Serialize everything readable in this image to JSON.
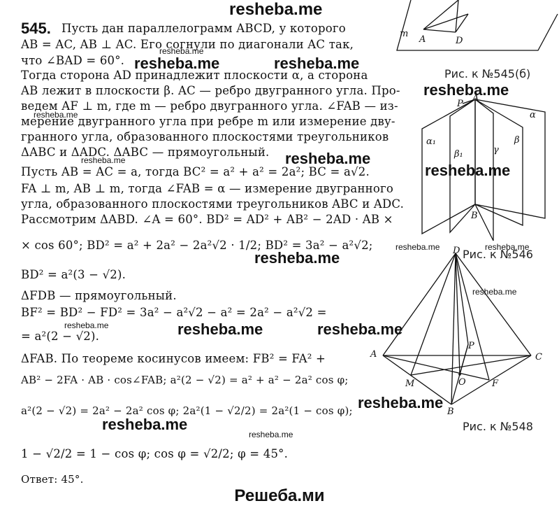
{
  "header_watermark": "resheba.me",
  "problem_number": "545.",
  "lines": [
    "Пусть дан параллелограмм ABCD, у которого",
    "AB = AC, AB ⊥ AC. Его согнули по диагонали AC так,",
    "что ∠BAD = 60°.",
    "Тогда сторона AD принадлежит плоскости α, а сторона",
    "AB лежит в плоскости β. AC — ребро двугранного угла. Про-",
    "ведем AF ⊥ m, где m — ребро двугранного угла. ∠FAB — из-",
    "мерение двугранного угла при ребре m или измерение дву-",
    "гранного угла, образованного плоскостями треугольников",
    "ΔABC и ΔADC. ΔABC — прямоугольный.",
    "Пусть AB = AC = a, тогда BC² = a² + a² = 2a²; BC = a√2.",
    "FA ⊥ m, AB ⊥ m, тогда ∠FAB = α — измерение двугранного",
    "угла, образованного плоскостями треугольников ABC и ADC.",
    "Рассмотрим ΔABD. ∠A = 60°. BD² = AD² + AB² − 2AD · AB ×",
    "× cos 60°; BD² = a² + 2a² − 2a²√2 · 1/2; BD² = 3a² − a²√2;",
    "BD² = a²(3 − √2).",
    "ΔFDB — прямоугольный.",
    "BF² = BD² − FD² = 3a² − a²√2 − a² = 2a² − a²√2 =",
    "= a²(2 − √2).",
    "ΔFAB. По теореме косинусов имеем: FB² = FA² +",
    "AB² − 2FA · AB · cos∠FAB; a²(2 − √2) = a² + a² − 2a² cos φ;",
    "a²(2 − √2) = 2a² − 2a² cos φ; 2a²(1 − √2/2) = 2a²(1 − cos φ);",
    "1 − √2/2 = 1 − cos φ; cos φ = √2/2; φ = 45°.",
    "Ответ: 45°."
  ],
  "watermarks": {
    "w1": "resheba.me",
    "w2": "resheba.me",
    "w3": "resheba.me",
    "w4": "resheba.me",
    "w5": "resheba.me",
    "w6": "resheba.me",
    "w7": "resheba.me",
    "w8": "resheba.me",
    "w9": "resheba.me",
    "w10": "resheba.me",
    "s1": "resheba.me",
    "s2": "resheba.me",
    "s3": "resheba.me",
    "s4": "resheba.me",
    "s5": "resheba.me",
    "s6": "resheba.me",
    "s7": "resheba.me",
    "s8": "resheba.me"
  },
  "captions": {
    "fig545b": "Рис. к №545(б)",
    "fig546": "Рис. к №546",
    "fig548": "Рис. к №548"
  },
  "fig545b_labels": {
    "m": "m",
    "A": "A",
    "D": "D"
  },
  "fig546_labels": {
    "P": "P",
    "A": "A",
    "alpha": "α",
    "alpha1": "α₁",
    "beta1": "β₁",
    "gamma": "γ",
    "beta": "β",
    "B": "B"
  },
  "fig548_labels": {
    "D": "D",
    "A": "A",
    "C": "C",
    "P": "P",
    "M": "M",
    "O": "O",
    "F": "F",
    "B": "B"
  },
  "footer": "Решеба.ми"
}
